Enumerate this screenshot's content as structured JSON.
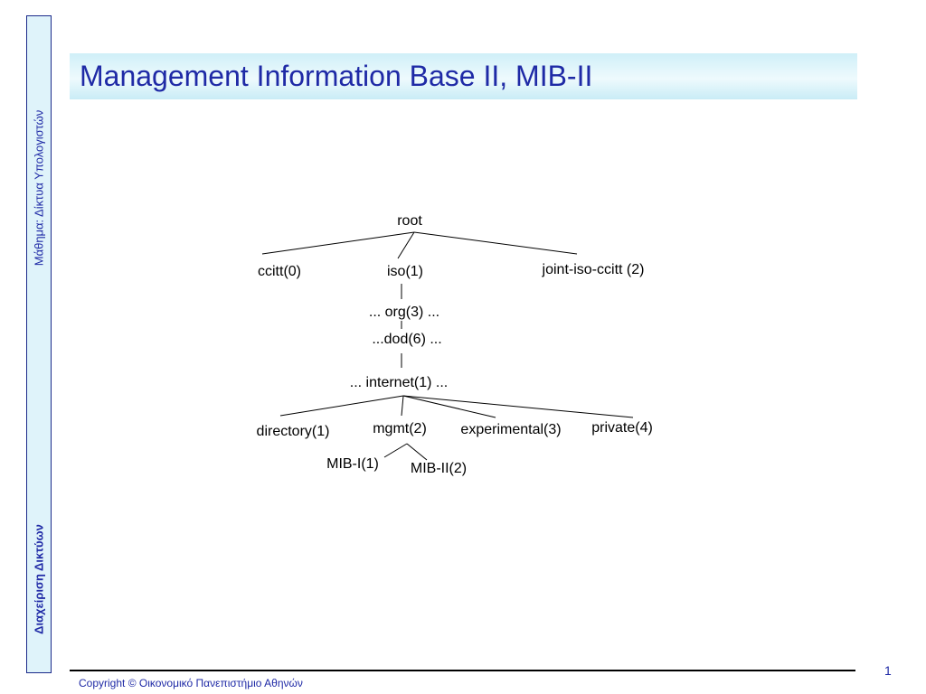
{
  "sidebar": {
    "top_text": "Μάθημα: Δίκτυα Υπολογιστών",
    "bottom_text": "Διαχείριση Δικτύων"
  },
  "slide": {
    "title": "Management Information Base II, MIB-II",
    "page_number": "1",
    "copyright": "Copyright © Οικονομικό Πανεπιστήμιο Αθηνών"
  },
  "tree": {
    "root": "root",
    "ccitt": "ccitt(0)",
    "iso": "iso(1)",
    "joint": "joint-iso-ccitt (2)",
    "org": "... org(3) ...",
    "dod": "...dod(6) ...",
    "internet": "... internet(1) ...",
    "directory": "directory(1)",
    "mgmt": "mgmt(2)",
    "experimental": "experimental(3)",
    "private": "private(4)",
    "mib1": "MIB-I(1)",
    "mib2": "MIB-II(2)"
  },
  "colors": {
    "accent": "#1f2aa6",
    "band": "#cfeff8"
  }
}
